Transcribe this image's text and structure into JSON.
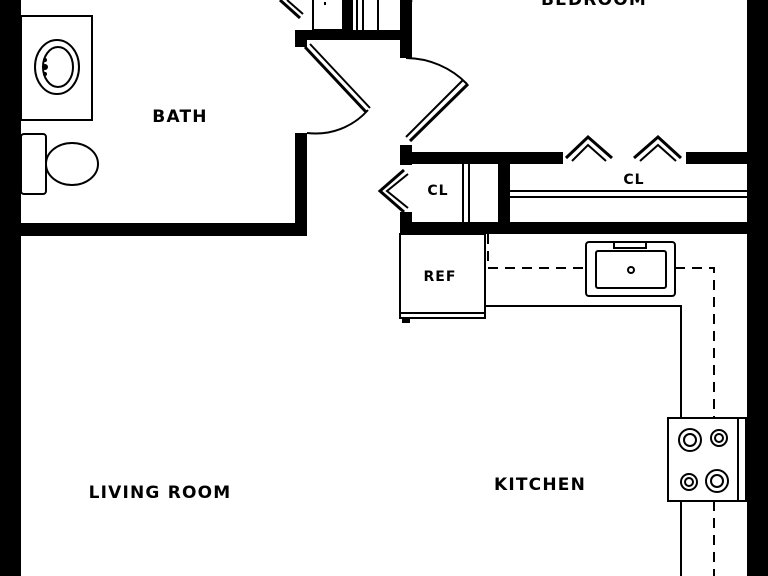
{
  "rooms": {
    "bedroom": "BEDROOM",
    "bath": "BATH",
    "living_room": "LIVING ROOM",
    "kitchen": "KITCHEN"
  },
  "closets": {
    "hall_closet": "CL",
    "bedroom_closet": "CL"
  },
  "appliances": {
    "refrigerator": "REF"
  }
}
